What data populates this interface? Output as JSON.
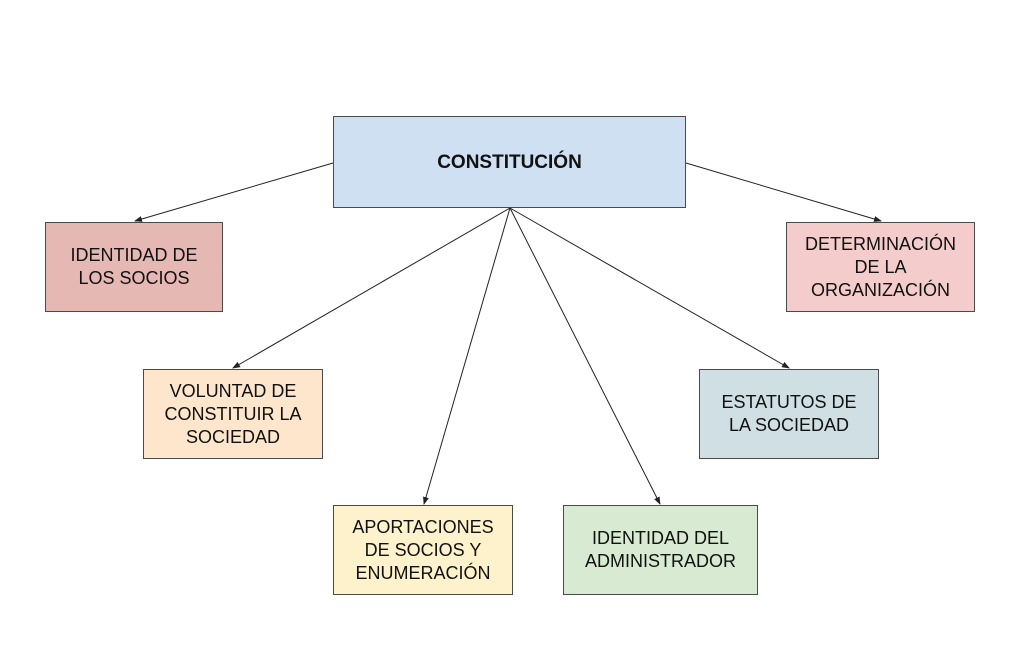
{
  "colors": {
    "root": "#cfe0f3",
    "identidad_socios": "#e6b8b4",
    "voluntad": "#fde6cc",
    "aportaciones": "#fef2cc",
    "administrador": "#d9ead3",
    "estatutos": "#d0dfe3",
    "determinacion": "#f4cccc",
    "line": "#222222"
  },
  "root": {
    "label": "CONSTITUCIÓN"
  },
  "nodes": {
    "identidad_socios": {
      "line1": "IDENTIDAD DE",
      "line2": "LOS SOCIOS"
    },
    "voluntad": {
      "line1": "VOLUNTAD DE",
      "line2": "CONSTITUIR LA",
      "line3": "SOCIEDAD"
    },
    "aportaciones": {
      "line1": "APORTACIONES",
      "line2": "DE SOCIOS Y",
      "line3": "ENUMERACIÓN"
    },
    "administrador": {
      "line1": "IDENTIDAD DEL",
      "line2": "ADMINISTRADOR"
    },
    "estatutos": {
      "line1": "ESTATUTOS DE",
      "line2": "LA SOCIEDAD"
    },
    "determinacion": {
      "line1": "DETERMINACIÓN",
      "line2": "DE LA",
      "line3": "ORGANIZACIÓN"
    }
  },
  "edges": [
    {
      "from": "root",
      "to": "identidad_socios"
    },
    {
      "from": "root",
      "to": "voluntad"
    },
    {
      "from": "root",
      "to": "aportaciones"
    },
    {
      "from": "root",
      "to": "administrador"
    },
    {
      "from": "root",
      "to": "estatutos"
    },
    {
      "from": "root",
      "to": "determinacion"
    }
  ]
}
